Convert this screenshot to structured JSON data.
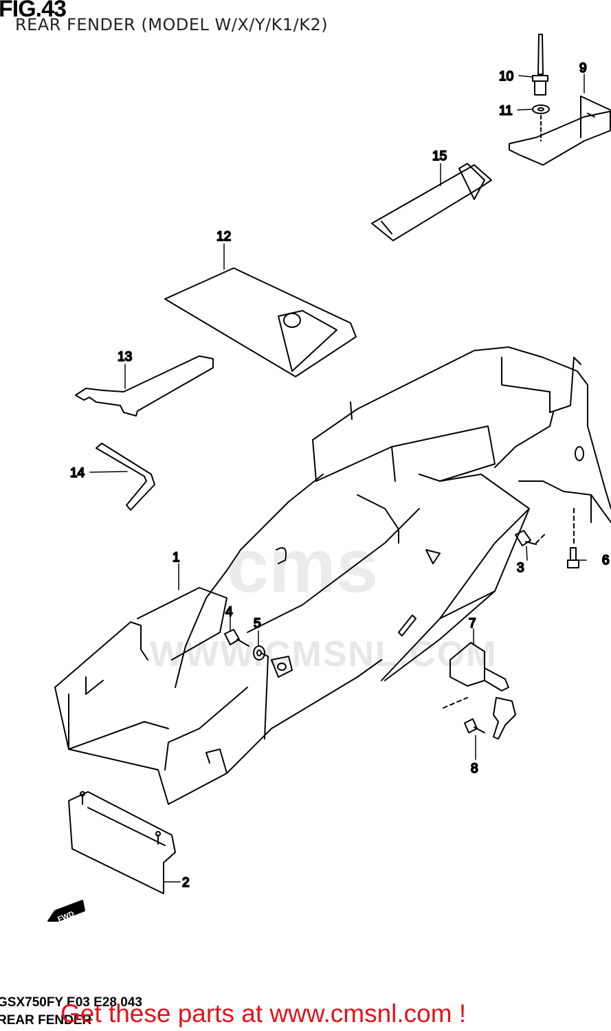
{
  "header": {
    "figure_number": "FIG.43",
    "subtitle": "REAR FENDER (MODEL W/X/Y/K1/K2)"
  },
  "callouts": [
    "1",
    "2",
    "3",
    "4",
    "5",
    "6",
    "7",
    "8",
    "9",
    "10",
    "11",
    "12",
    "13",
    "14",
    "15"
  ],
  "direction_arrow": {
    "label": "FWD"
  },
  "watermark": {
    "logo_text": "cms",
    "url_text": "WWW.CMSNL.COM"
  },
  "footer": {
    "diagram_code": "GSX750FY E03 E28 043",
    "diagram_name": "REAR FENDER",
    "cta": "Get these parts at www.cmsnl.com !"
  },
  "colors": {
    "cta_red": "#e0131c",
    "line": "#000000",
    "watermark": "#e7e7e7"
  }
}
